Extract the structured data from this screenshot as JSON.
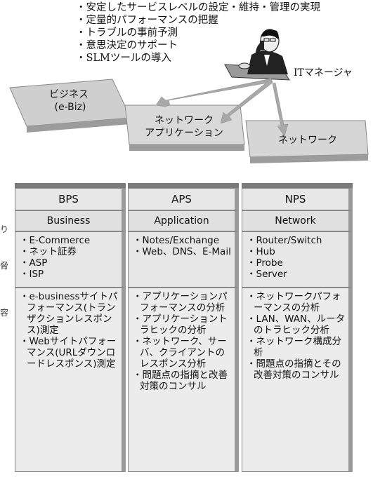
{
  "goals": [
    "安定したサービスレベルの設定・維持・管理の実現",
    "定量的パフォーマンスの把握",
    "トラブルの事前予測",
    "意思決定のサポート",
    "SLMツールの導入"
  ],
  "manager": {
    "label": "ITマネージャ"
  },
  "layers": [
    {
      "line1": "ビジネス",
      "line2": "(e-Biz)"
    },
    {
      "line1": "ネットワーク",
      "line2": "アプリケーション"
    },
    {
      "line1": "ネットワーク",
      "line2": ""
    }
  ],
  "columns": [
    {
      "title": "BPS",
      "subtitle": "Business",
      "items": [
        "E-Commerce",
        "ネット証券",
        "ASP",
        "ISP"
      ],
      "desc": [
        "e-businessサイトパフォーマンス(トランザクションレスポンス)測定",
        "Webサイトパフォーマンス(URLダウンロードレスポンス)測定"
      ]
    },
    {
      "title": "APS",
      "subtitle": "Application",
      "items": [
        "Notes/Exchange",
        "Web、DNS、E-Mail"
      ],
      "desc": [
        "アプリケーションパフォーマンスの分析",
        "アプリケーショントラヒックの分析",
        "ネットワーク、サーバ、クライアントのレスポンス分析",
        "問題点の指摘と改善対策のコンサル"
      ]
    },
    {
      "title": "NPS",
      "subtitle": "Network",
      "items": [
        "Router/Switch",
        "Hub",
        "Probe",
        "Server"
      ],
      "desc": [
        "ネットワークパフォーマンスの分析",
        "LAN、WAN、ルータのトラヒック分析",
        "ネットワーク構成分析",
        "問題点の指摘とその改善対策のコンサル"
      ]
    }
  ],
  "edge_text": [
    "り",
    "脅",
    "容"
  ]
}
